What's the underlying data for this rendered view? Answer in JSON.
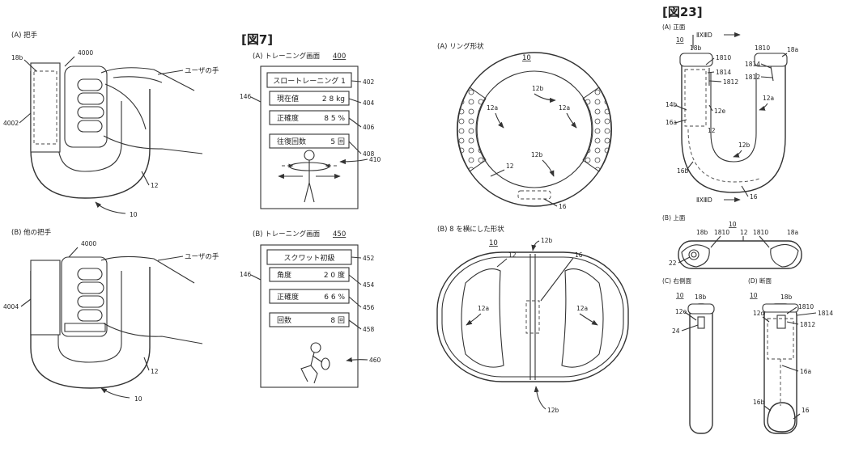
{
  "figure_titles": {
    "fig7": "[図7]",
    "fig23": "[図23]"
  },
  "panel_hand_a": {
    "label": "(A)  把手",
    "ref_4000": "4000",
    "ref_18b": "18b",
    "ref_4002": "4002",
    "user_hand": "ユーザの手",
    "ref_12": "12",
    "ref_10": "10"
  },
  "panel_hand_b": {
    "label": "(B)  他の把手",
    "ref_4000": "4000",
    "ref_4004": "4004",
    "user_hand": "ユーザの手",
    "ref_12": "12",
    "ref_10": "10"
  },
  "screen_400": {
    "label": "(A)  トレーニング画面",
    "number": "400",
    "ref_146": "146",
    "title": "スロートレーニング 1",
    "ref_title": "402",
    "rows": [
      {
        "label": "現在値",
        "value": "2 8 kg",
        "ref": "404"
      },
      {
        "label": "正確度",
        "value": "8 5 %",
        "ref": "406"
      },
      {
        "label": "往復回数",
        "value": "5 回",
        "ref": "408"
      }
    ],
    "ref_figure": "410"
  },
  "screen_450": {
    "label": "(B)  トレーニング画面",
    "number": "450",
    "ref_146": "146",
    "title": "スクワット初級",
    "ref_title": "452",
    "rows": [
      {
        "label": "角度",
        "value": "2 0 度",
        "ref": "454"
      },
      {
        "label": "正確度",
        "value": "6 6 %",
        "ref": "456"
      },
      {
        "label": "回数",
        "value": "8 回",
        "ref": "458"
      }
    ],
    "ref_figure": "460"
  },
  "ring": {
    "label": "(A)  リング形状",
    "ref_10": "10",
    "ref_12a_left": "12a",
    "ref_12b_top": "12b",
    "ref_12a_right": "12a",
    "ref_12b_mid": "12b",
    "ref_12": "12",
    "ref_16": "16"
  },
  "figure8": {
    "label": "(B)  8 を横にした形状",
    "ref_10": "10",
    "ref_12b_top": "12b",
    "ref_12": "12",
    "ref_16": "16",
    "ref_12a_left": "12a",
    "ref_12a_right": "12a",
    "ref_12b_bottom": "12b"
  },
  "front": {
    "label": "(A)  正面",
    "section": "ⅡⅩⅢD",
    "ref_10": "10",
    "ref_18b": "18b",
    "ref_1810a": "1810",
    "ref_1810b": "1810",
    "ref_1814a": "1814",
    "ref_1814b": "1814",
    "ref_1812a": "1812",
    "ref_1812b": "1812",
    "ref_18a": "18a",
    "ref_14b": "14b",
    "ref_16a": "16a",
    "ref_12e": "12e",
    "ref_12a": "12a",
    "ref_12": "12",
    "ref_12b": "12b",
    "ref_16b": "16b",
    "ref_16": "16"
  },
  "top_view": {
    "label": "(B)  上面",
    "ref_10": "10",
    "ref_18b": "18b",
    "ref_1810a": "1810",
    "ref_12": "12",
    "ref_1810b": "1810",
    "ref_18a": "18a",
    "ref_22": "22"
  },
  "side_view": {
    "label": "(C)  右側面",
    "ref_10": "10",
    "ref_18b": "18b",
    "ref_12e": "12e",
    "ref_24": "24"
  },
  "section_view": {
    "label": "(D)  断面",
    "ref_10": "10",
    "ref_18b": "18b",
    "ref_12d": "12d",
    "ref_1810": "1810",
    "ref_1814": "1814",
    "ref_1812": "1812",
    "ref_16a": "16a",
    "ref_16b": "16b",
    "ref_16": "16"
  }
}
